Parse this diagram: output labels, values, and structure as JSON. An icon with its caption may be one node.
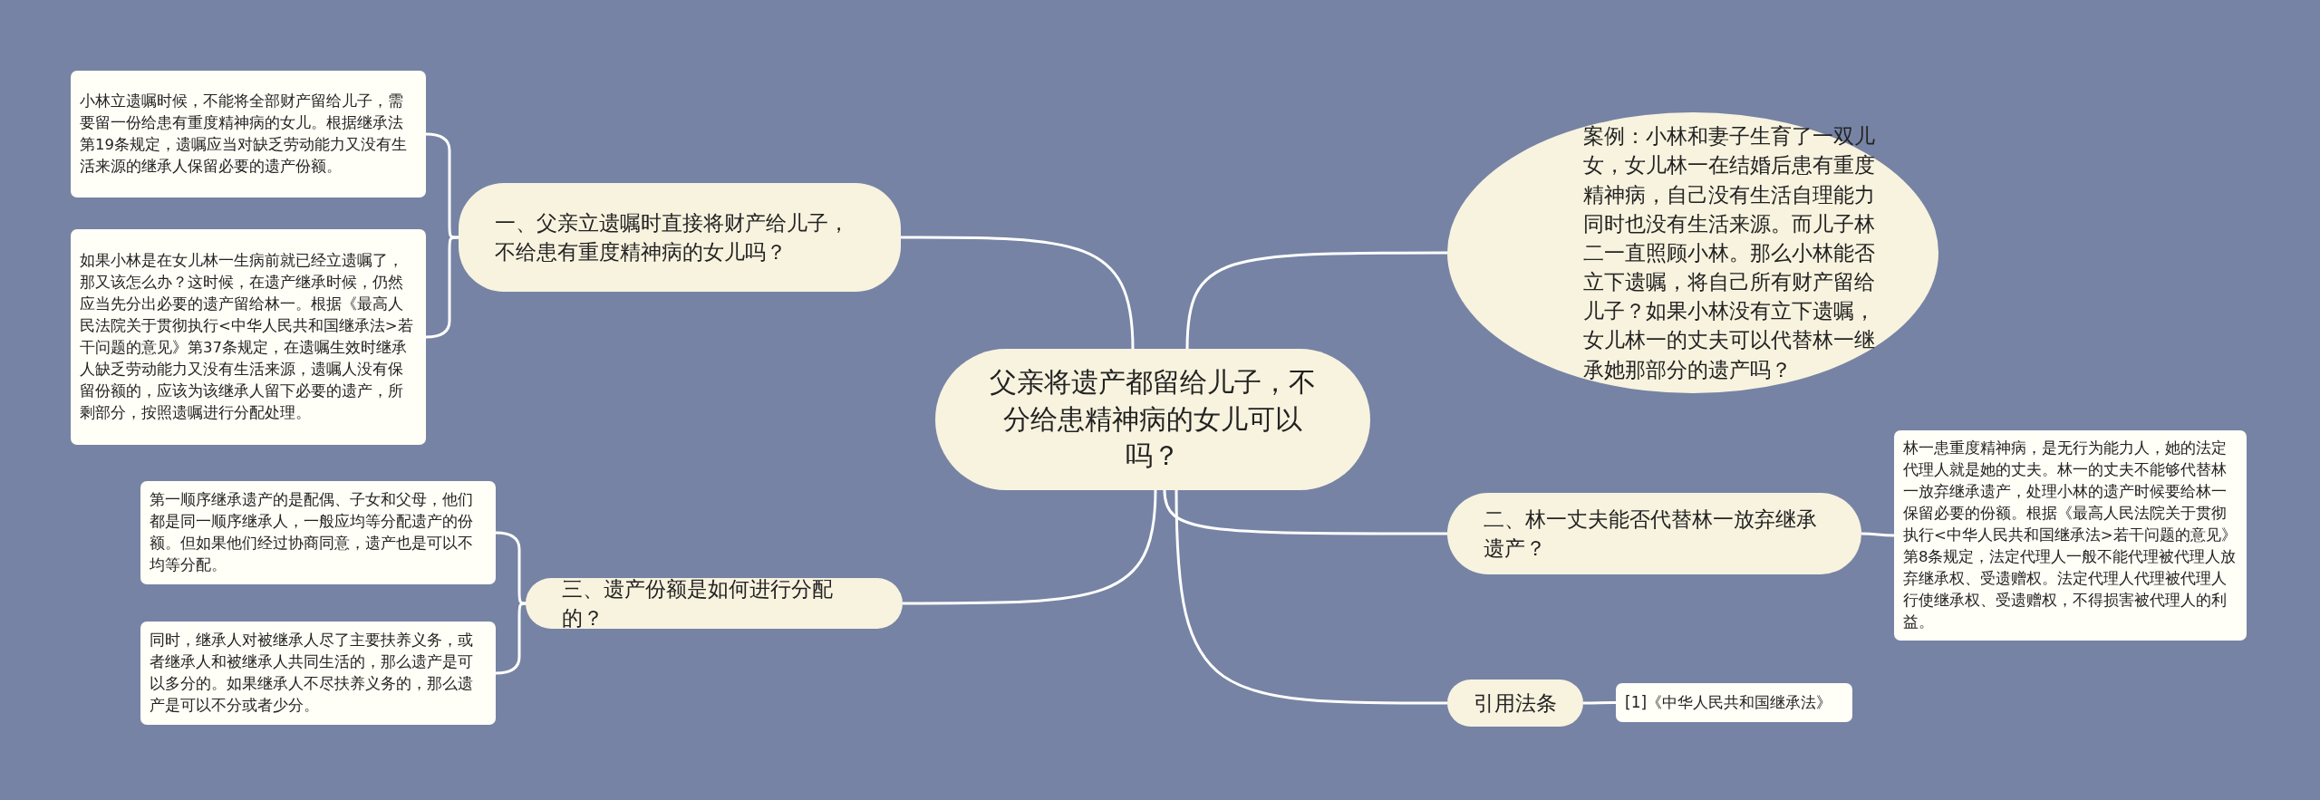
{
  "diagram": {
    "nodes": [
      {
        "text": [
          "父亲将遗产都留给儿子，不分给患精神病的女儿可以吗？"
        ]
      },
      {
        "text": [
          "一、父亲立遗嘱时直接将财产给儿子，不给患有重度精神病的女儿吗？"
        ]
      },
      {
        "text": [
          "小林立遗嘱时候，不能将全部财产留给儿子，需要留一份给患有重度精神病的女儿。根据继承法第19条规定，遗嘱应当对缺乏劳动能力又没有生活来源的继承人保留必要的遗产份额。"
        ]
      },
      {
        "text": [
          "如果小林是在女儿林一生病前就已经立遗嘱了，那又该怎么办？这时候，在遗产继承时候，仍然应当先分出必要的遗产留给林一。根据《最高人民法院关于贯彻执行<中华人民共和国继承法>若干问题的意见》第37条规定，在遗嘱生效时继承人缺乏劳动能力又没有生活来源，遗嘱人没有保留份额的，应该为该继承人留下必要的遗产，所剩部分，按照遗嘱进行分配处理。"
        ]
      },
      {
        "text": [
          "三、遗产份额是如何进行分配的？"
        ]
      },
      {
        "text": [
          "第一顺序继承遗产的是配偶、子女和父母，他们都是同一顺序继承人，一般应均等分配遗产的份额。但如果他们经过协商同意，遗产也是可以不均等分配。"
        ]
      },
      {
        "text": [
          "同时，继承人对被继承人尽了主要扶养义务，或者继承人和被继承人共同生活的，那么遗产是可以多分的。如果继承人不尽扶养义务的，那么遗产是可以不分或者少分。"
        ]
      },
      {
        "text": [
          "案例：小林和妻子生育了一双儿女，女儿林一在结婚后患有重度精神病，自己没有生活自理能力同时也没有生活来源。而儿子林二一直照顾小林。那么小林能否立下遗嘱，将自己所有财产留给儿子？如果小林没有立下遗嘱，女儿林一的丈夫可以代替林一继承她那部分的遗产吗？"
        ]
      },
      {
        "text": [
          "二、林一丈夫能否代替林一放弃继承遗产？"
        ]
      },
      {
        "text": [
          "林一患重度精神病，是无行为能力人，她的法定代理人就是她的丈夫。林一的丈夫不能够代替林一放弃继承遗产，处理小林的遗产时候要给林一保留必要的份额。根据《最高人民法院关于贯彻执行<中华人民共和国继承法>若干问题的意见》第8条规定，法定代理人一般不能代理被代理人放弃继承权、受遗赠权。法定代理人代理被代理人行使继承权、受遗赠权，不得损害被代理人的利益。"
        ]
      },
      {
        "text": [
          "引用法条"
        ]
      },
      {
        "text": [
          "[1]《中华人民共和国继承法》"
        ]
      }
    ],
    "edges": [
      {
        "from": 0,
        "to": 1,
        "arrow": "none"
      },
      {
        "from": 1,
        "to": 2,
        "arrow": "none"
      },
      {
        "from": 1,
        "to": 3,
        "arrow": "none"
      },
      {
        "from": 0,
        "to": 4,
        "arrow": "none"
      },
      {
        "from": 4,
        "to": 5,
        "arrow": "none"
      },
      {
        "from": 4,
        "to": 6,
        "arrow": "none"
      },
      {
        "from": 0,
        "to": 7,
        "arrow": "none"
      },
      {
        "from": 0,
        "to": 8,
        "arrow": "none"
      },
      {
        "from": 8,
        "to": 9,
        "arrow": "none"
      },
      {
        "from": 0,
        "to": 10,
        "arrow": "none"
      },
      {
        "from": 10,
        "to": 11,
        "arrow": "none"
      }
    ]
  }
}
